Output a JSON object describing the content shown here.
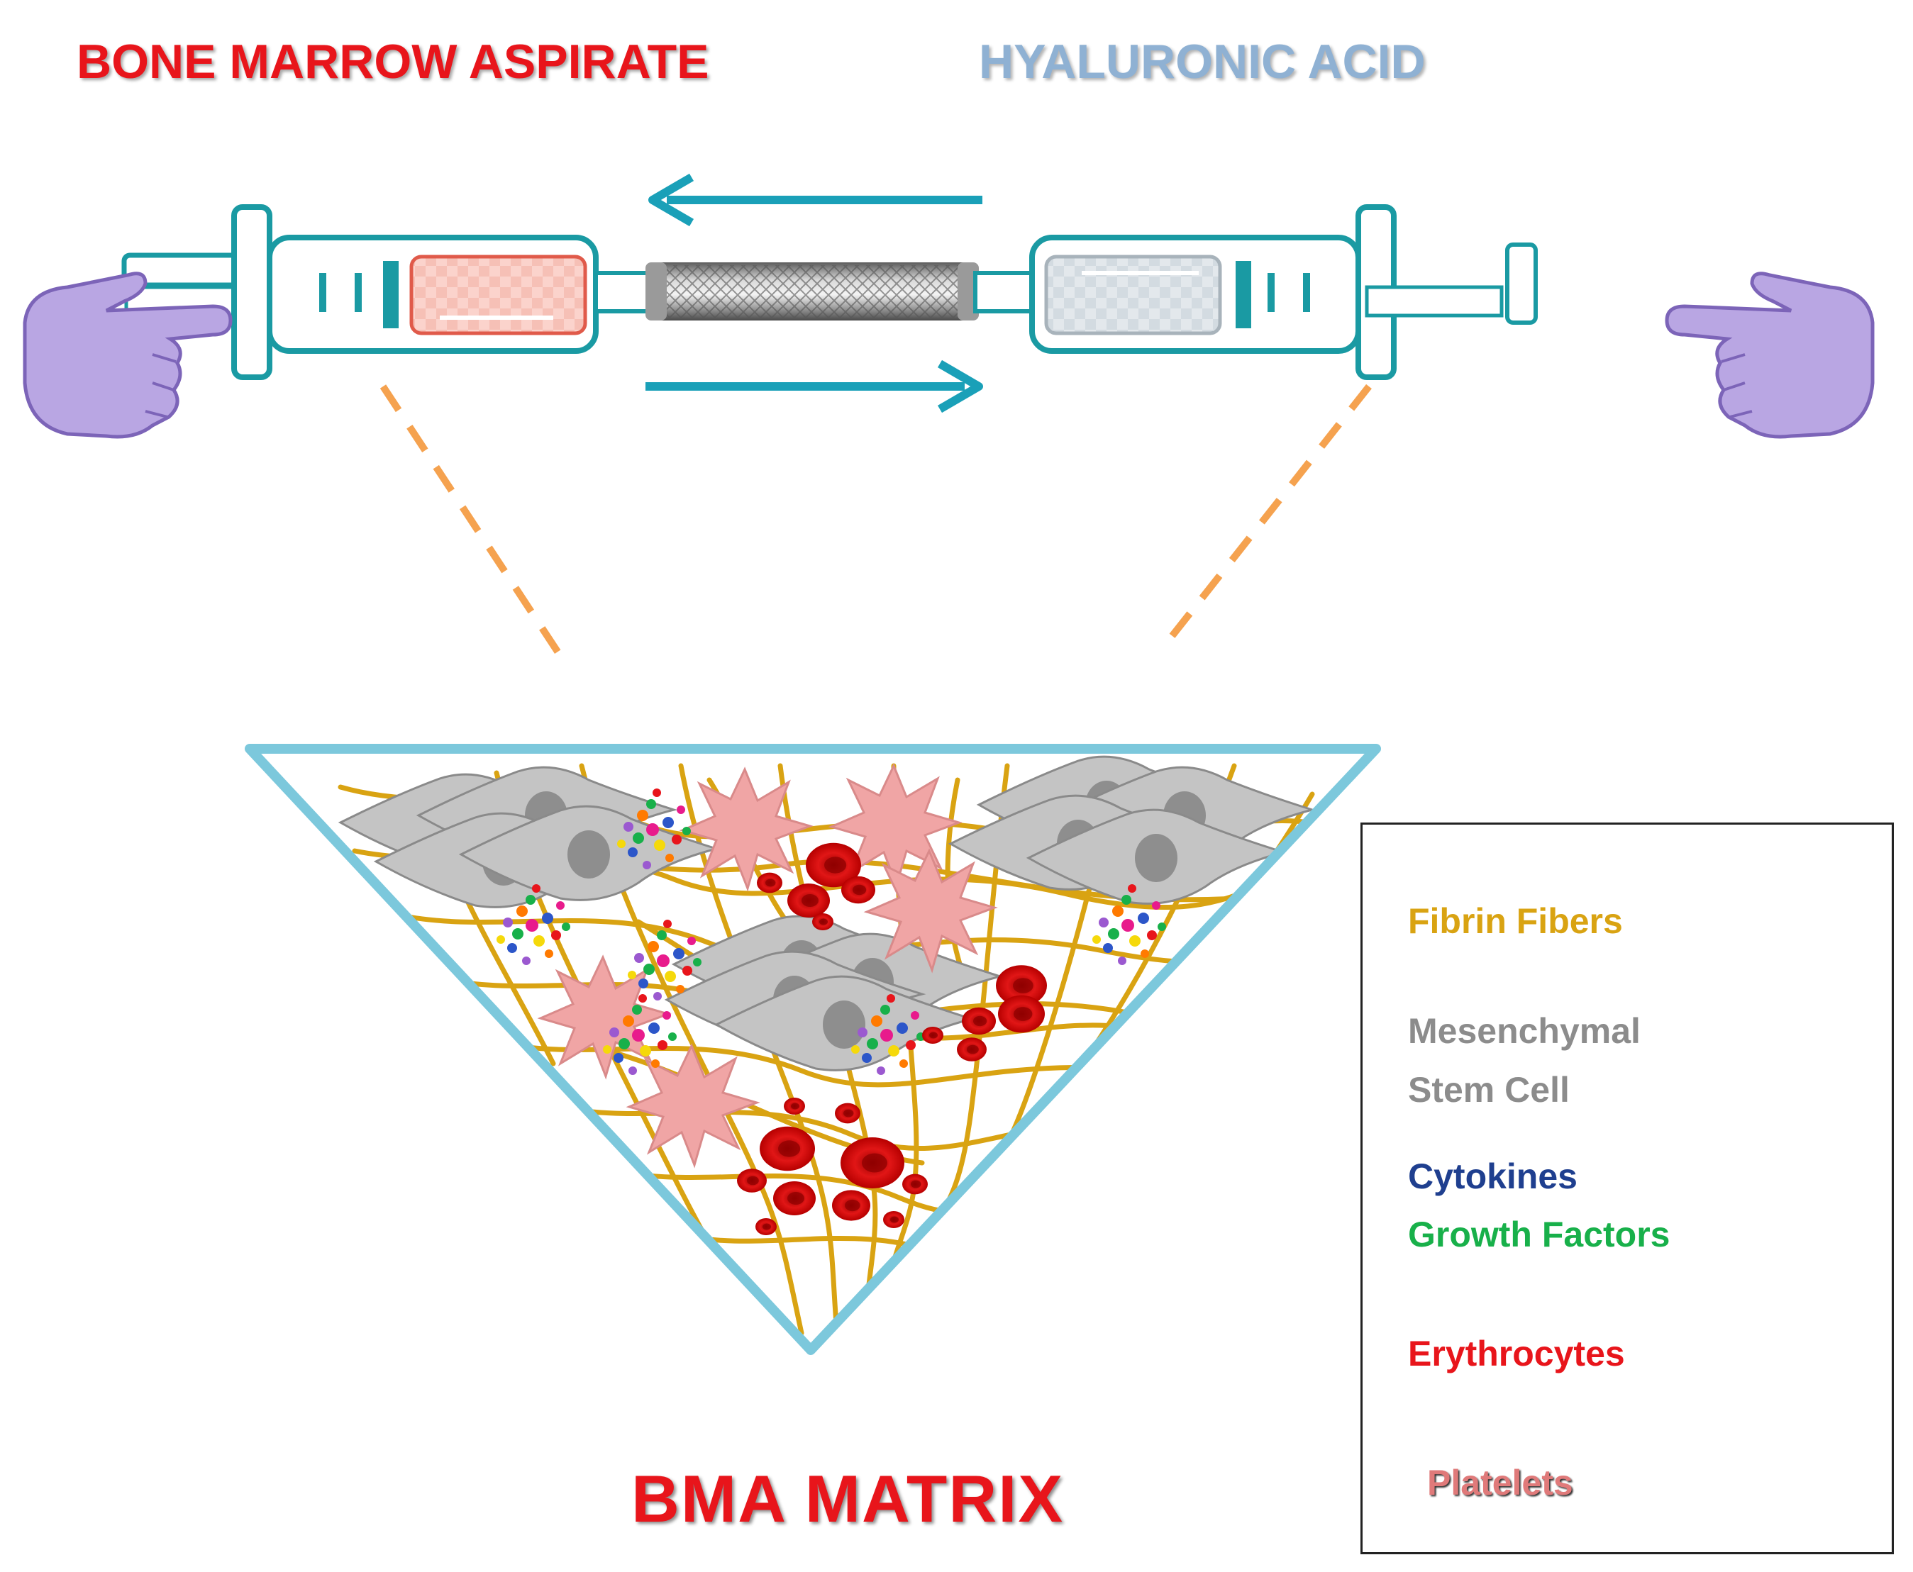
{
  "titles": {
    "bone_marrow_aspirate": "BONE MARROW ASPIRATE",
    "hyaluronic_acid": "HYALURONIC ACID",
    "bma_matrix": "BMA MATRIX"
  },
  "legend": {
    "fibrin_fibers": "Fibrin  Fibers",
    "msc_line1": "Mesenchymal",
    "msc_line2": "Stem Cell",
    "cytokines": "Cytokines",
    "growth_factors": "Growth  Factors",
    "erythrocytes": "Erythrocytes",
    "platelets": "Platelets"
  },
  "colors": {
    "bma_red": "#e8151b",
    "ha_blue": "#8fb1d3",
    "syringe_teal": "#1a9aa3",
    "arrow_teal": "#1aa0b8",
    "fibrin_gold": "#d9a312",
    "msc_gray": "#c4c4c4",
    "cytokine_blue": "#1f3f8f",
    "growth_green": "#18b04a",
    "platelet_pink": "#f0a5a5",
    "hand_purple": "#b9a6e3",
    "triangle_blue": "#7cc8dc",
    "dash_orange": "#f5a24f"
  }
}
